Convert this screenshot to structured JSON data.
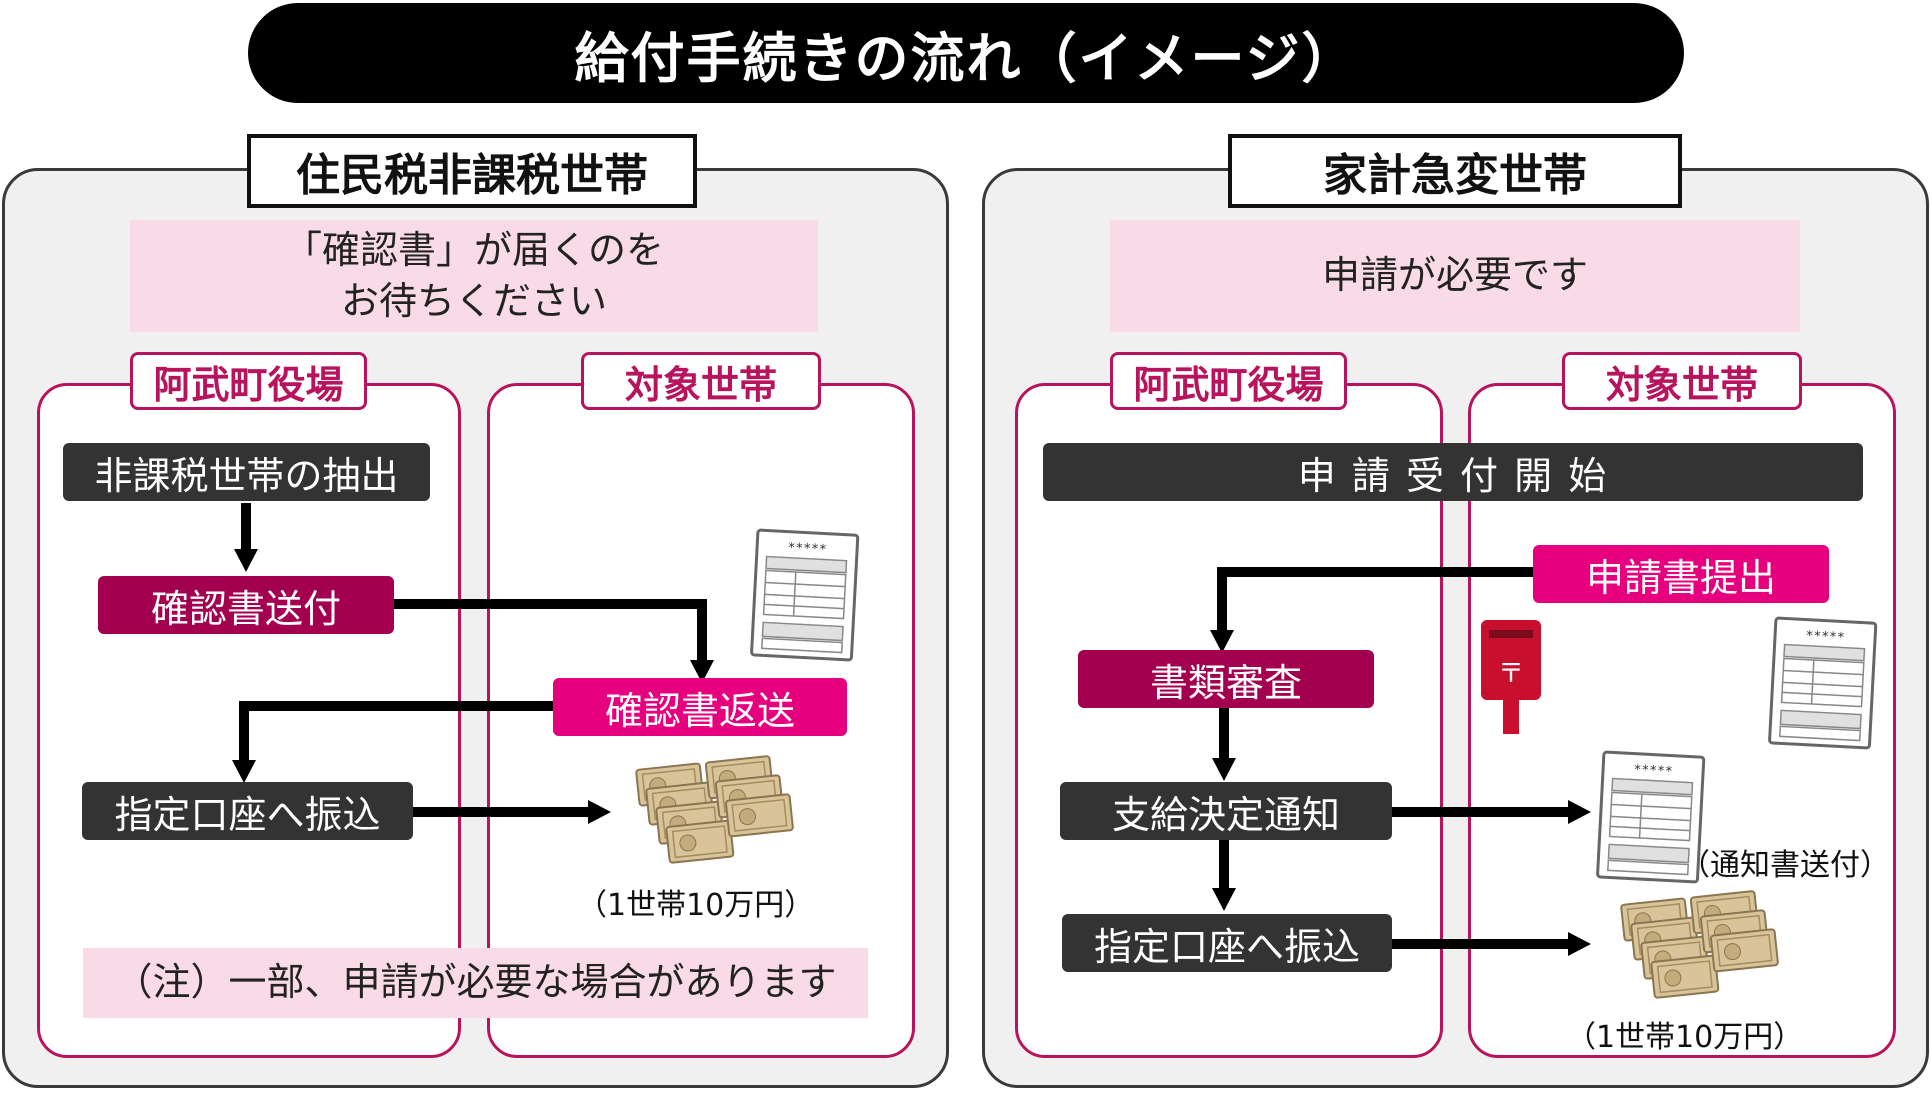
{
  "title": "給付手続きの流れ（イメージ）",
  "left_panel": {
    "label": "住民税非課税世帯",
    "note_line1": "「確認書」が届くのを",
    "note_line2": "お待ちください",
    "col_office": "阿武町役場",
    "col_household": "対象世帯",
    "step_extract": "非課税世帯の抽出",
    "step_send": "確認書送付",
    "step_return": "確認書返送",
    "step_transfer": "指定口座へ振込",
    "amount": "（1世帯10万円）",
    "footnote": "（注）一部、申請が必要な場合があります"
  },
  "right_panel": {
    "label": "家計急変世帯",
    "note": "申請が必要です",
    "col_office": "阿武町役場",
    "col_household": "対象世帯",
    "step_start": "申 請 受 付 開 始",
    "step_submit": "申請書提出",
    "step_review": "書類審査",
    "step_decision": "支給決定通知",
    "step_transfer": "指定口座へ振込",
    "notice_caption": "（通知書送付）",
    "amount": "（1世帯10万円）"
  },
  "document_stars": "*****",
  "postbox_mark": "〒",
  "colors": {
    "dark": "#333333",
    "maroon": "#a3004f",
    "pink": "#e6007e",
    "note_bg": "#f9dbe8",
    "border_magenta": "#b8145d"
  },
  "icons": [
    "document-form-icon",
    "banknotes-icon",
    "postbox-icon"
  ]
}
